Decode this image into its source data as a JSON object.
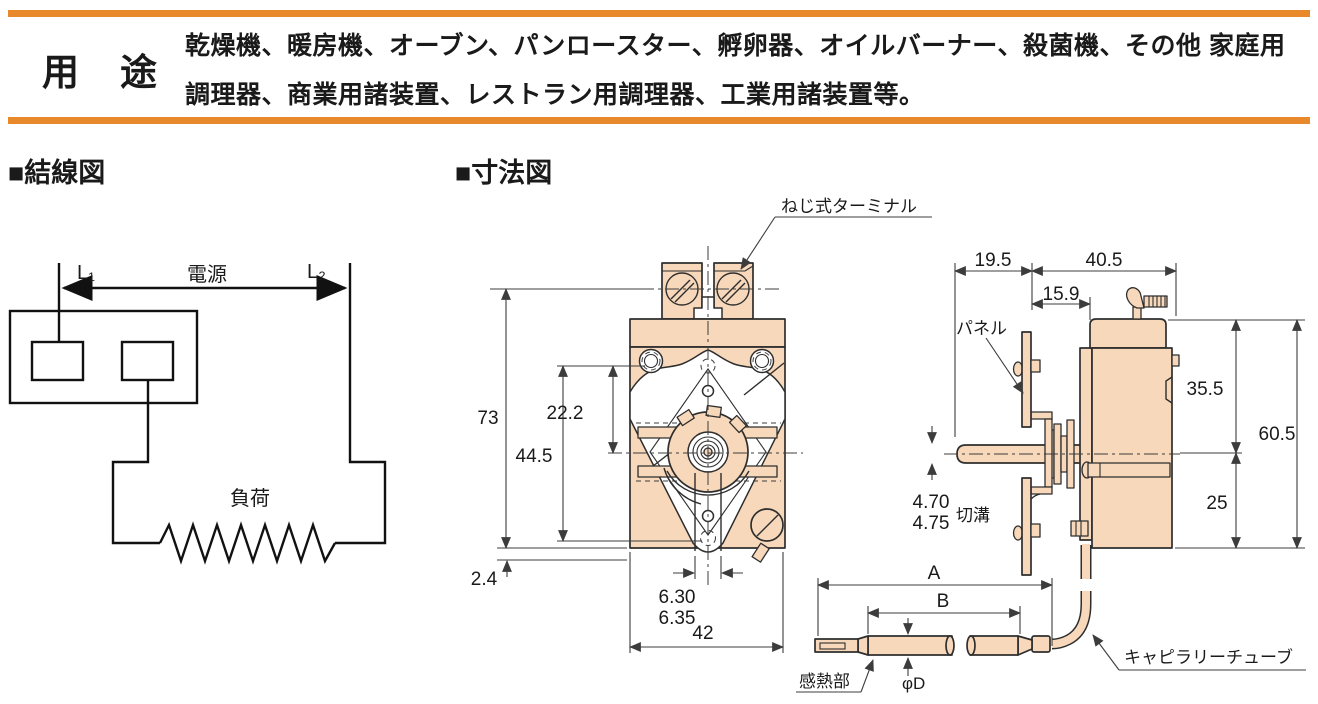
{
  "page": {
    "usage_section": {
      "label": "用　途",
      "text_line1": "乾燥機、暖房機、オーブン、パンロースター、孵卵器、オイルバーナー、殺菌機、その他 家庭用",
      "text_line2": "調理器、商業用諸装置、レストラン用調理器、工業用諸装置等。"
    },
    "wiring_section": {
      "title": "■結線図",
      "l1": "L₁",
      "l2": "L₂",
      "power": "電源",
      "load": "負荷"
    },
    "dimension_section": {
      "title": "■寸法図",
      "front": {
        "screw_terminal": "ねじ式ターミナル",
        "height": "73",
        "mount_pitch": "44.5",
        "upper_offset": "22.2",
        "bottom_offset": "2.4",
        "slot_min": "6.30",
        "slot_max": "6.35",
        "width": "42"
      },
      "side": {
        "depth_front": "19.5",
        "depth_body": "40.5",
        "bushing_depth": "15.9",
        "panel": "パネル",
        "upper_height": "35.5",
        "total_height": "60.5",
        "lower_height": "25",
        "shaft_flat_min": "4.70",
        "shaft_flat_max": "4.75",
        "slot_label": "切溝"
      },
      "capillary": {
        "dim_a": "A",
        "dim_b": "B",
        "dim_d": "φD",
        "bulb": "感熱部",
        "tube": "キャピラリーチューブ"
      }
    },
    "colors": {
      "accent": "#E8892C",
      "part_fill": "#F8D8BB",
      "line": "#2E2E2E"
    }
  }
}
